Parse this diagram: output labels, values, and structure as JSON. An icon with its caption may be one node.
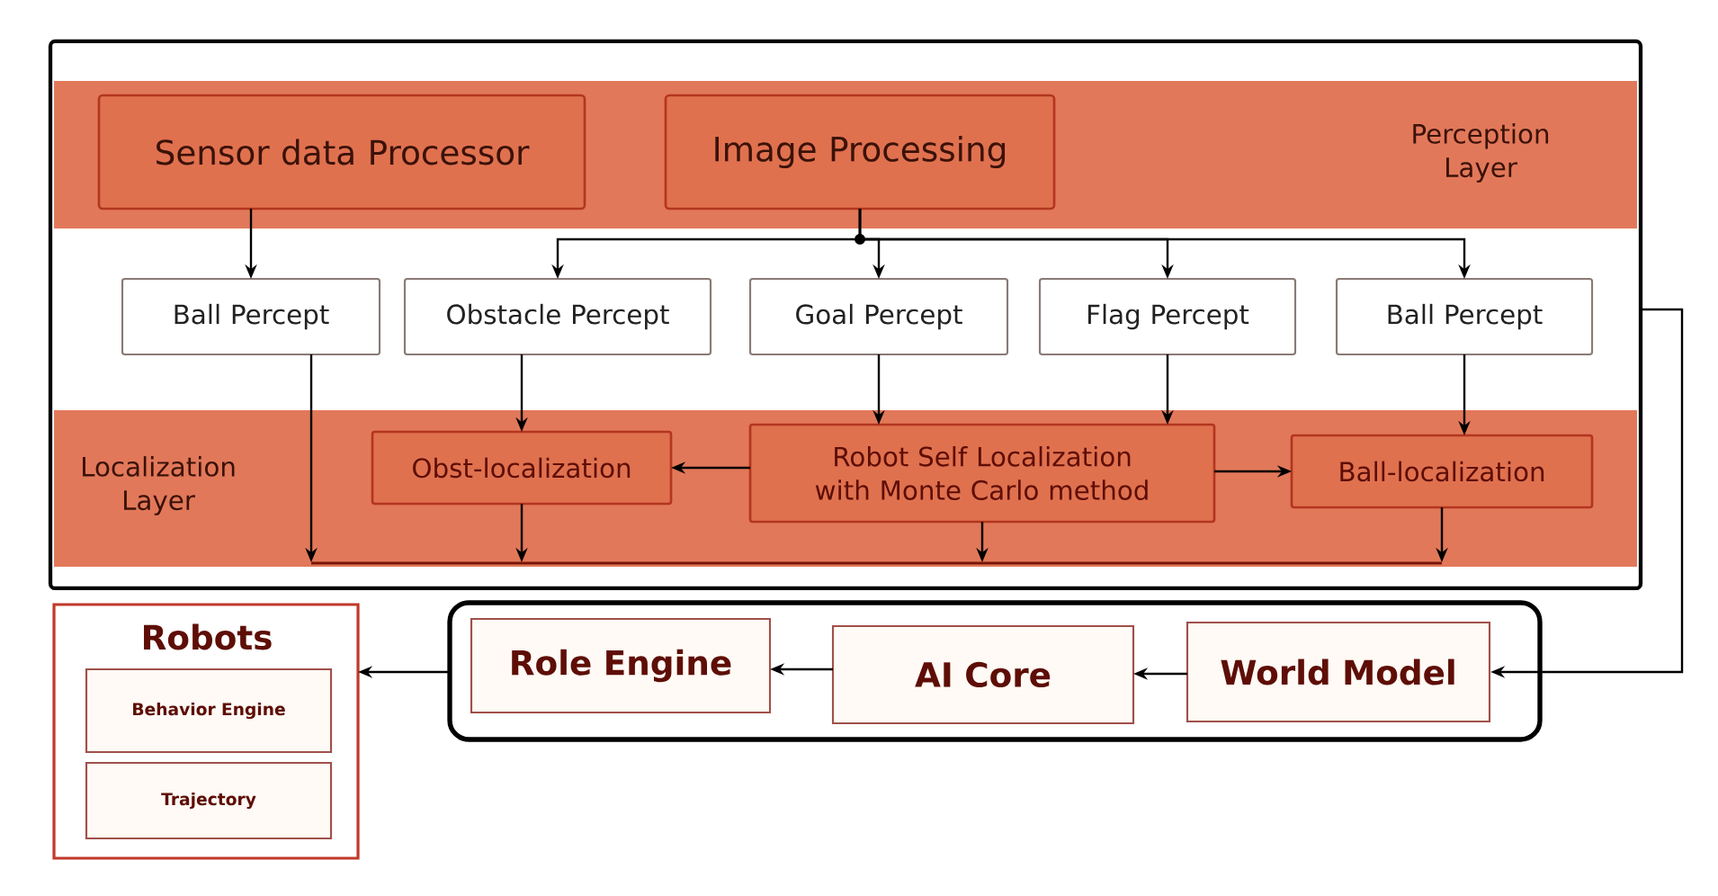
{
  "diagram": {
    "nodes": [
      {
        "text": [],
        "shape": "box"
      },
      {
        "text": [
          "Perception Layer"
        ],
        "in": 0
      },
      {
        "text": [
          "Sensor data Processor"
        ],
        "in": 1
      },
      {
        "text": [
          "Image Processing"
        ],
        "in": 1
      },
      {
        "text": [
          "Ball Percept"
        ],
        "in": 0
      },
      {
        "text": [
          "Obstacle Percept"
        ],
        "in": 0
      },
      {
        "text": [
          "Goal Percept"
        ],
        "in": 0
      },
      {
        "text": [
          "Flag Percept"
        ],
        "in": 0
      },
      {
        "text": [
          "Ball Percept"
        ],
        "in": 0
      },
      {
        "text": [
          "Localization Layer"
        ],
        "in": 0
      },
      {
        "text": [
          "Obst-localization"
        ],
        "in": 9
      },
      {
        "text": [
          "Robot Self Localization with Monte Carlo method"
        ],
        "in": 9
      },
      {
        "text": [
          "Ball-localization"
        ],
        "in": 9
      },
      {
        "text": [
          "Robots"
        ]
      },
      {
        "text": [
          "Behavior Engine"
        ],
        "in": 13
      },
      {
        "text": [
          "Trajectory"
        ],
        "in": 13
      },
      {
        "text": [],
        "shape": "box"
      },
      {
        "text": [
          "Role Engine"
        ],
        "in": 16
      },
      {
        "text": [
          "AI Core"
        ],
        "in": 16
      },
      {
        "text": [
          "World Model"
        ],
        "in": 16
      }
    ],
    "edges": [
      {
        "from": 2,
        "to": 4,
        "arrow": "to"
      },
      {
        "from": 3,
        "to": 5,
        "arrow": "to"
      },
      {
        "from": 3,
        "to": 6,
        "arrow": "to"
      },
      {
        "from": 3,
        "to": 7,
        "arrow": "to"
      },
      {
        "from": 3,
        "to": 8,
        "arrow": "to"
      },
      {
        "from": 5,
        "to": 10,
        "arrow": "to"
      },
      {
        "from": 6,
        "to": 11,
        "arrow": "to"
      },
      {
        "from": 7,
        "to": 11,
        "arrow": "to"
      },
      {
        "from": 8,
        "to": 12,
        "arrow": "to"
      },
      {
        "from": 11,
        "to": 10,
        "arrow": "to"
      },
      {
        "from": 11,
        "to": 12,
        "arrow": "to"
      },
      {
        "from": 4,
        "to": 9,
        "arrow": "to"
      },
      {
        "from": 10,
        "to": 9,
        "arrow": "to"
      },
      {
        "from": 11,
        "to": 9,
        "arrow": "to"
      },
      {
        "from": 12,
        "to": 9,
        "arrow": "to"
      },
      {
        "from": 0,
        "to": 19,
        "arrow": "to"
      },
      {
        "from": 19,
        "to": 18,
        "arrow": "to"
      },
      {
        "from": 18,
        "to": 17,
        "arrow": "to"
      },
      {
        "from": 16,
        "to": 13,
        "arrow": "to"
      }
    ]
  }
}
